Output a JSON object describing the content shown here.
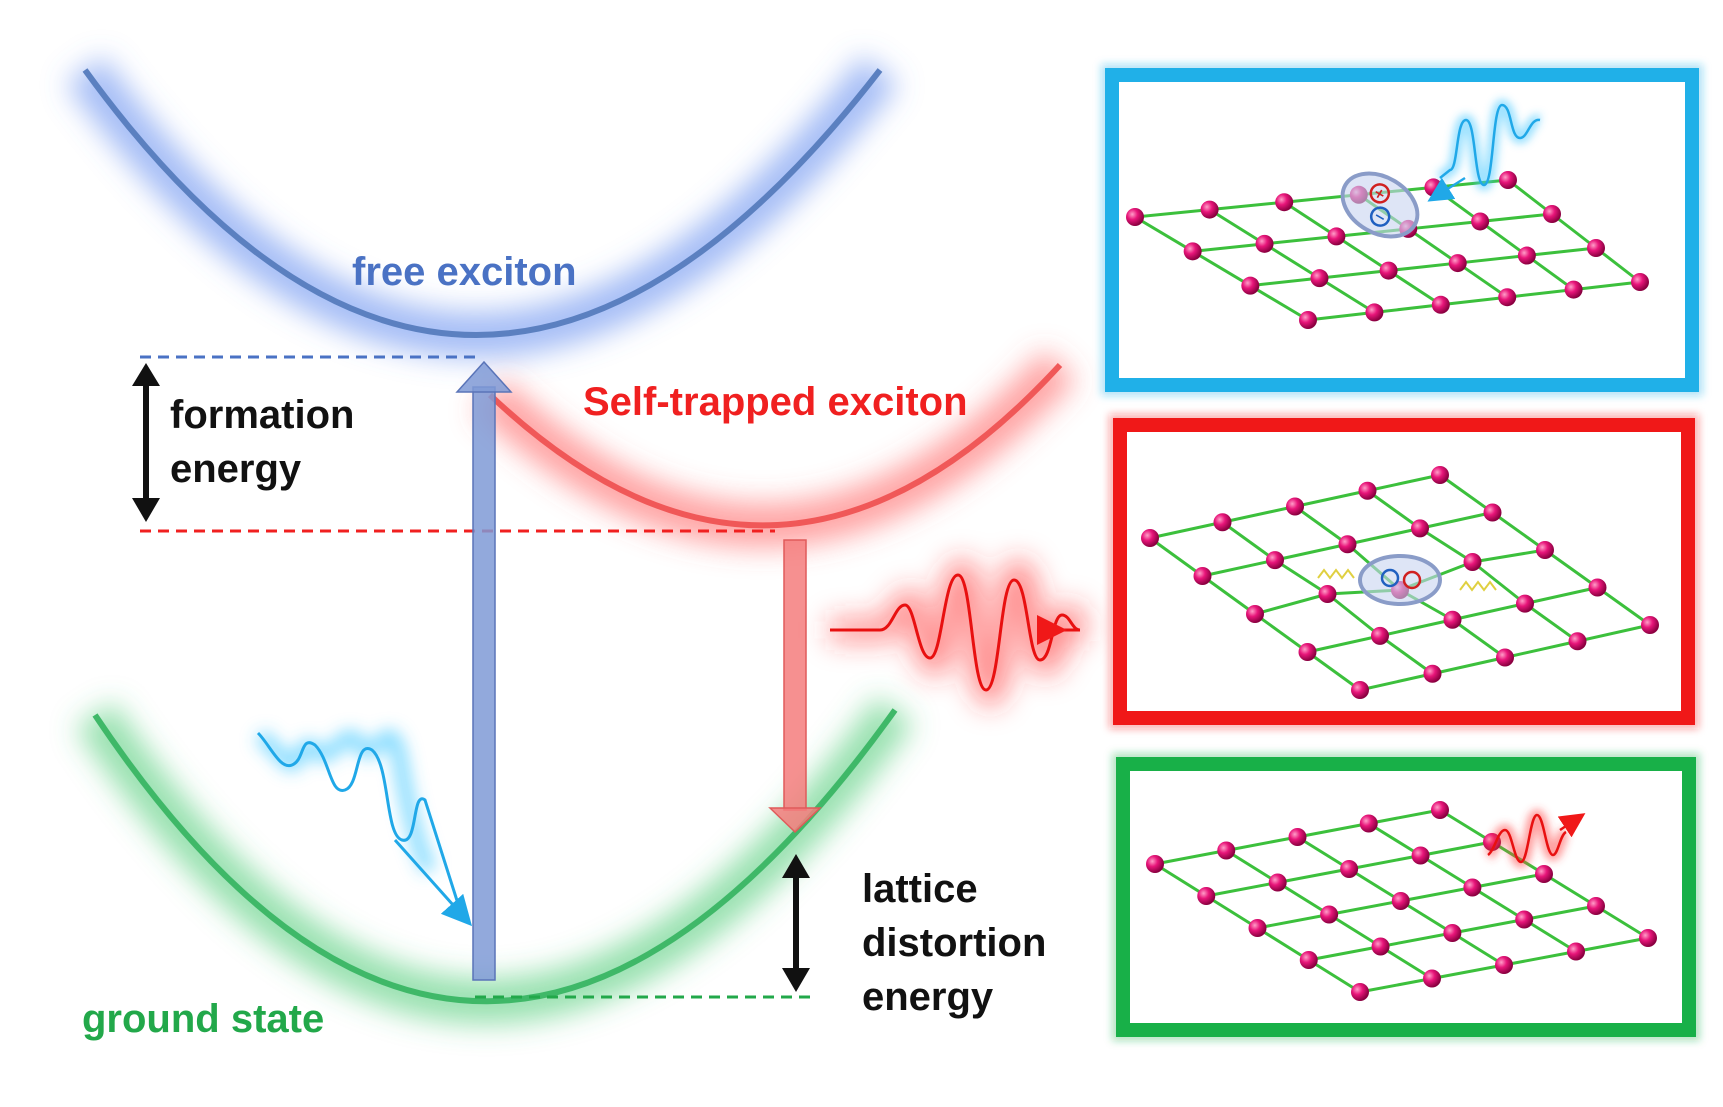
{
  "labels": {
    "free_exciton": "free exciton",
    "self_trapped_exciton": "Self-trapped exciton",
    "formation_line1": "formation",
    "formation_line2": "energy",
    "ground_state": "ground state",
    "lattice_line1": "lattice",
    "lattice_line2": "distortion",
    "lattice_line3": "energy"
  },
  "symbols": {
    "plus": "+",
    "minus": "−"
  },
  "colors": {
    "free_exciton": "#4a72c4",
    "self_trapped": "#f02020",
    "ground_state": "#22a84a",
    "photon_in": "#20a8e8",
    "frame_free": "#20b0e8",
    "frame_stx": "#f01818",
    "frame_ground": "#18b048",
    "atom": "#e0106a",
    "bond": "#3cc03c",
    "text_dark": "#111111"
  },
  "icons": {
    "absorbed_photon": "wave-arrow-icon",
    "emitted_photon": "wave-arrow-icon",
    "energy_gap": "double-arrow-icon",
    "exciton": "electron-hole-pair-icon",
    "lattice": "lattice-grid-icon"
  }
}
